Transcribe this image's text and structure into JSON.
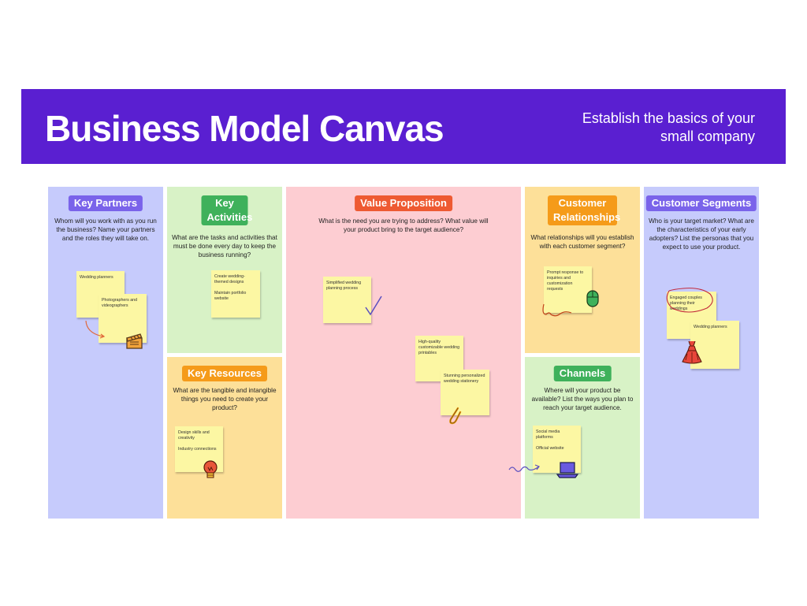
{
  "header": {
    "title": "Business Model Canvas",
    "subtitle": "Establish the basics of your small company"
  },
  "colors": {
    "banner": "#5a1fd1",
    "partners_bg": "#c6cbfc",
    "activities_bg": "#d8f2c6",
    "resources_bg": "#fde099",
    "value_bg": "#fdcdd2",
    "relationships_bg": "#fde099",
    "channels_bg": "#d8f2c6",
    "segments_bg": "#c6cbfc",
    "sticky_note": "#fcf7a3"
  },
  "sections": {
    "partners": {
      "title": "Key Partners",
      "description": "Whom will you work with as you run the business? Name your partners and the roles they will take on.",
      "notes": [
        "Wedding planners",
        "Photographers and videographers"
      ]
    },
    "activities": {
      "title": "Key Activities",
      "description": "What are the tasks and activities that must be done every day to keep the business running?",
      "notes": [
        "Create wedding-themed designs",
        "Maintain portfolio website"
      ]
    },
    "resources": {
      "title": "Key Resources",
      "description": "What are the tangible and intangible things you need to create your product?",
      "notes": [
        "Design skills and creativity",
        "Industry connections"
      ]
    },
    "value": {
      "title": "Value Proposition",
      "description": "What is the need you are trying to address? What value will your product bring to the target audience?",
      "notes": [
        "Simplified wedding planning process",
        "High-quality customizable wedding printables",
        "Stunning personalized wedding stationery"
      ]
    },
    "relationships": {
      "title": "Customer Relationships",
      "description": "What relationships will you establish with each customer segment?",
      "notes": [
        "Prompt response to inquiries and customization requests"
      ]
    },
    "channels": {
      "title": "Channels",
      "description": "Where will your product be available? List the ways you plan to reach your target audience.",
      "notes": [
        "Social media platforms",
        "Official website"
      ]
    },
    "segments": {
      "title": "Customer Segments",
      "description": "Who is your target market? What are the characteristics of your early adopters? List the personas that you expect to use your product.",
      "notes": [
        "Engaged couples planning their weddings",
        "Wedding planners"
      ]
    }
  },
  "icons": [
    "clapperboard-icon",
    "checkmark-icon",
    "paperclip-icon",
    "mouse-icon",
    "lightbulb-icon",
    "laptop-icon",
    "dress-icon"
  ]
}
